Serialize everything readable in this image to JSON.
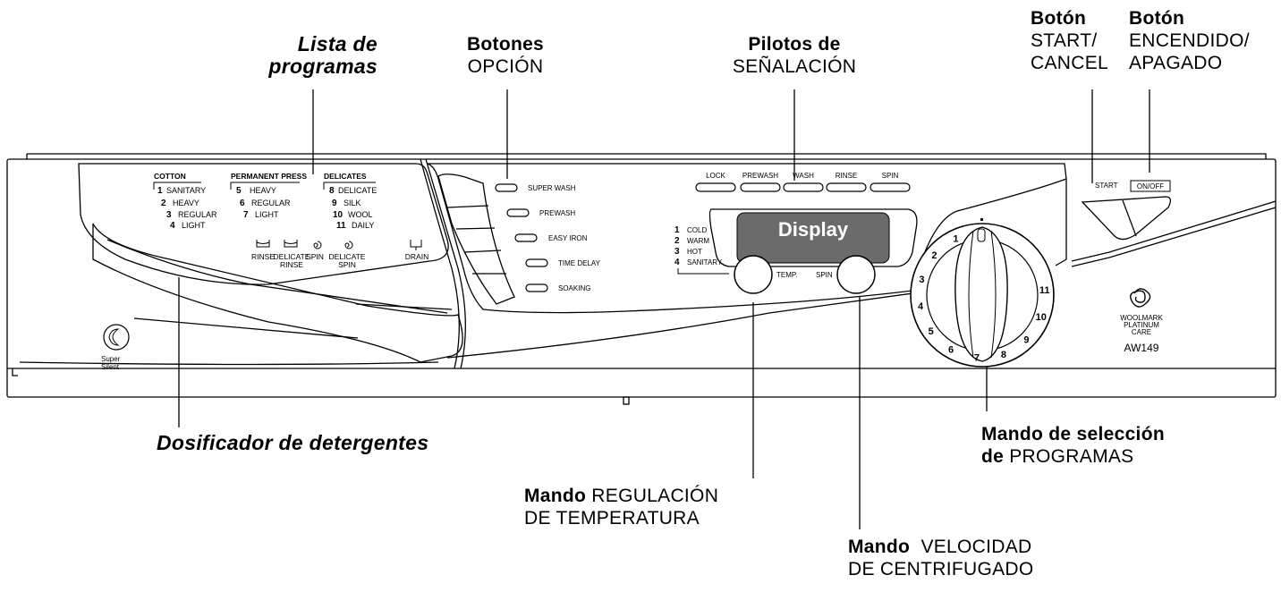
{
  "callouts": {
    "lista": {
      "line1": "Lista de",
      "line2": "programas"
    },
    "botones_opcion": {
      "bold": "Botones",
      "normal": "OPCIÓN"
    },
    "pilotos": {
      "bold": "Pilotos de",
      "normal": "SEÑALACIÓN"
    },
    "start": {
      "bold": "Botón",
      "line2": "START/",
      "line3": "CANCEL"
    },
    "onoff": {
      "bold": "Botón",
      "line2": "ENCENDIDO/",
      "line3": "APAGADO"
    },
    "dosificador": "Dosificador de detergentes",
    "seleccion": {
      "bold1": "Mando de selección",
      "bold2": "de",
      "normal": "PROGRAMAS"
    },
    "temperatura": {
      "bold": "Mando",
      "normal1": "REGULACIÓN",
      "normal2": "DE TEMPERATURA"
    },
    "velocidad": {
      "bold": "Mando",
      "normal1": "VELOCIDAD",
      "normal2": "DE CENTRIFUGADO"
    }
  },
  "panel": {
    "groups": {
      "cotton": "COTTON",
      "permanent": "PERMANENT PRESS",
      "delicates": "DELICATES"
    },
    "programs": [
      {
        "n": "1",
        "label": "SANITARY"
      },
      {
        "n": "2",
        "label": "HEAVY"
      },
      {
        "n": "3",
        "label": "REGULAR"
      },
      {
        "n": "4",
        "label": "LIGHT"
      },
      {
        "n": "5",
        "label": "HEAVY"
      },
      {
        "n": "6",
        "label": "REGULAR"
      },
      {
        "n": "7",
        "label": "LIGHT"
      },
      {
        "n": "8",
        "label": "DELICATE"
      },
      {
        "n": "9",
        "label": "SILK"
      },
      {
        "n": "10",
        "label": "WOOL"
      },
      {
        "n": "11",
        "label": "DAILY"
      }
    ],
    "phases": [
      "RINSE",
      "DELICATE",
      "RINSE",
      "SPIN",
      "DELICATE",
      "SPIN",
      "DRAIN"
    ],
    "options": [
      "SUPER WASH",
      "PREWASH",
      "EASY IRON",
      "TIME DELAY",
      "SOAKING"
    ],
    "lights": [
      "LOCK",
      "PREWASH",
      "WASH",
      "RINSE",
      "SPIN"
    ],
    "display": "Display",
    "temps": [
      {
        "n": "1",
        "label": "COLD"
      },
      {
        "n": "2",
        "label": "WARM"
      },
      {
        "n": "3",
        "label": "HOT"
      },
      {
        "n": "4",
        "label": "SANITARY"
      }
    ],
    "temp_label": "TEMP.",
    "spin_label": "SPIN",
    "start_label": "START",
    "onoff_label": "ON/OFF",
    "woolmark": [
      "WOOLMARK",
      "PLATINUM",
      "CARE"
    ],
    "model": "AW149",
    "super_silent": [
      "Super",
      "Silent"
    ],
    "dial_numbers": [
      "1",
      "2",
      "3",
      "4",
      "5",
      "6",
      "7",
      "8",
      "9",
      "10",
      "11"
    ]
  }
}
